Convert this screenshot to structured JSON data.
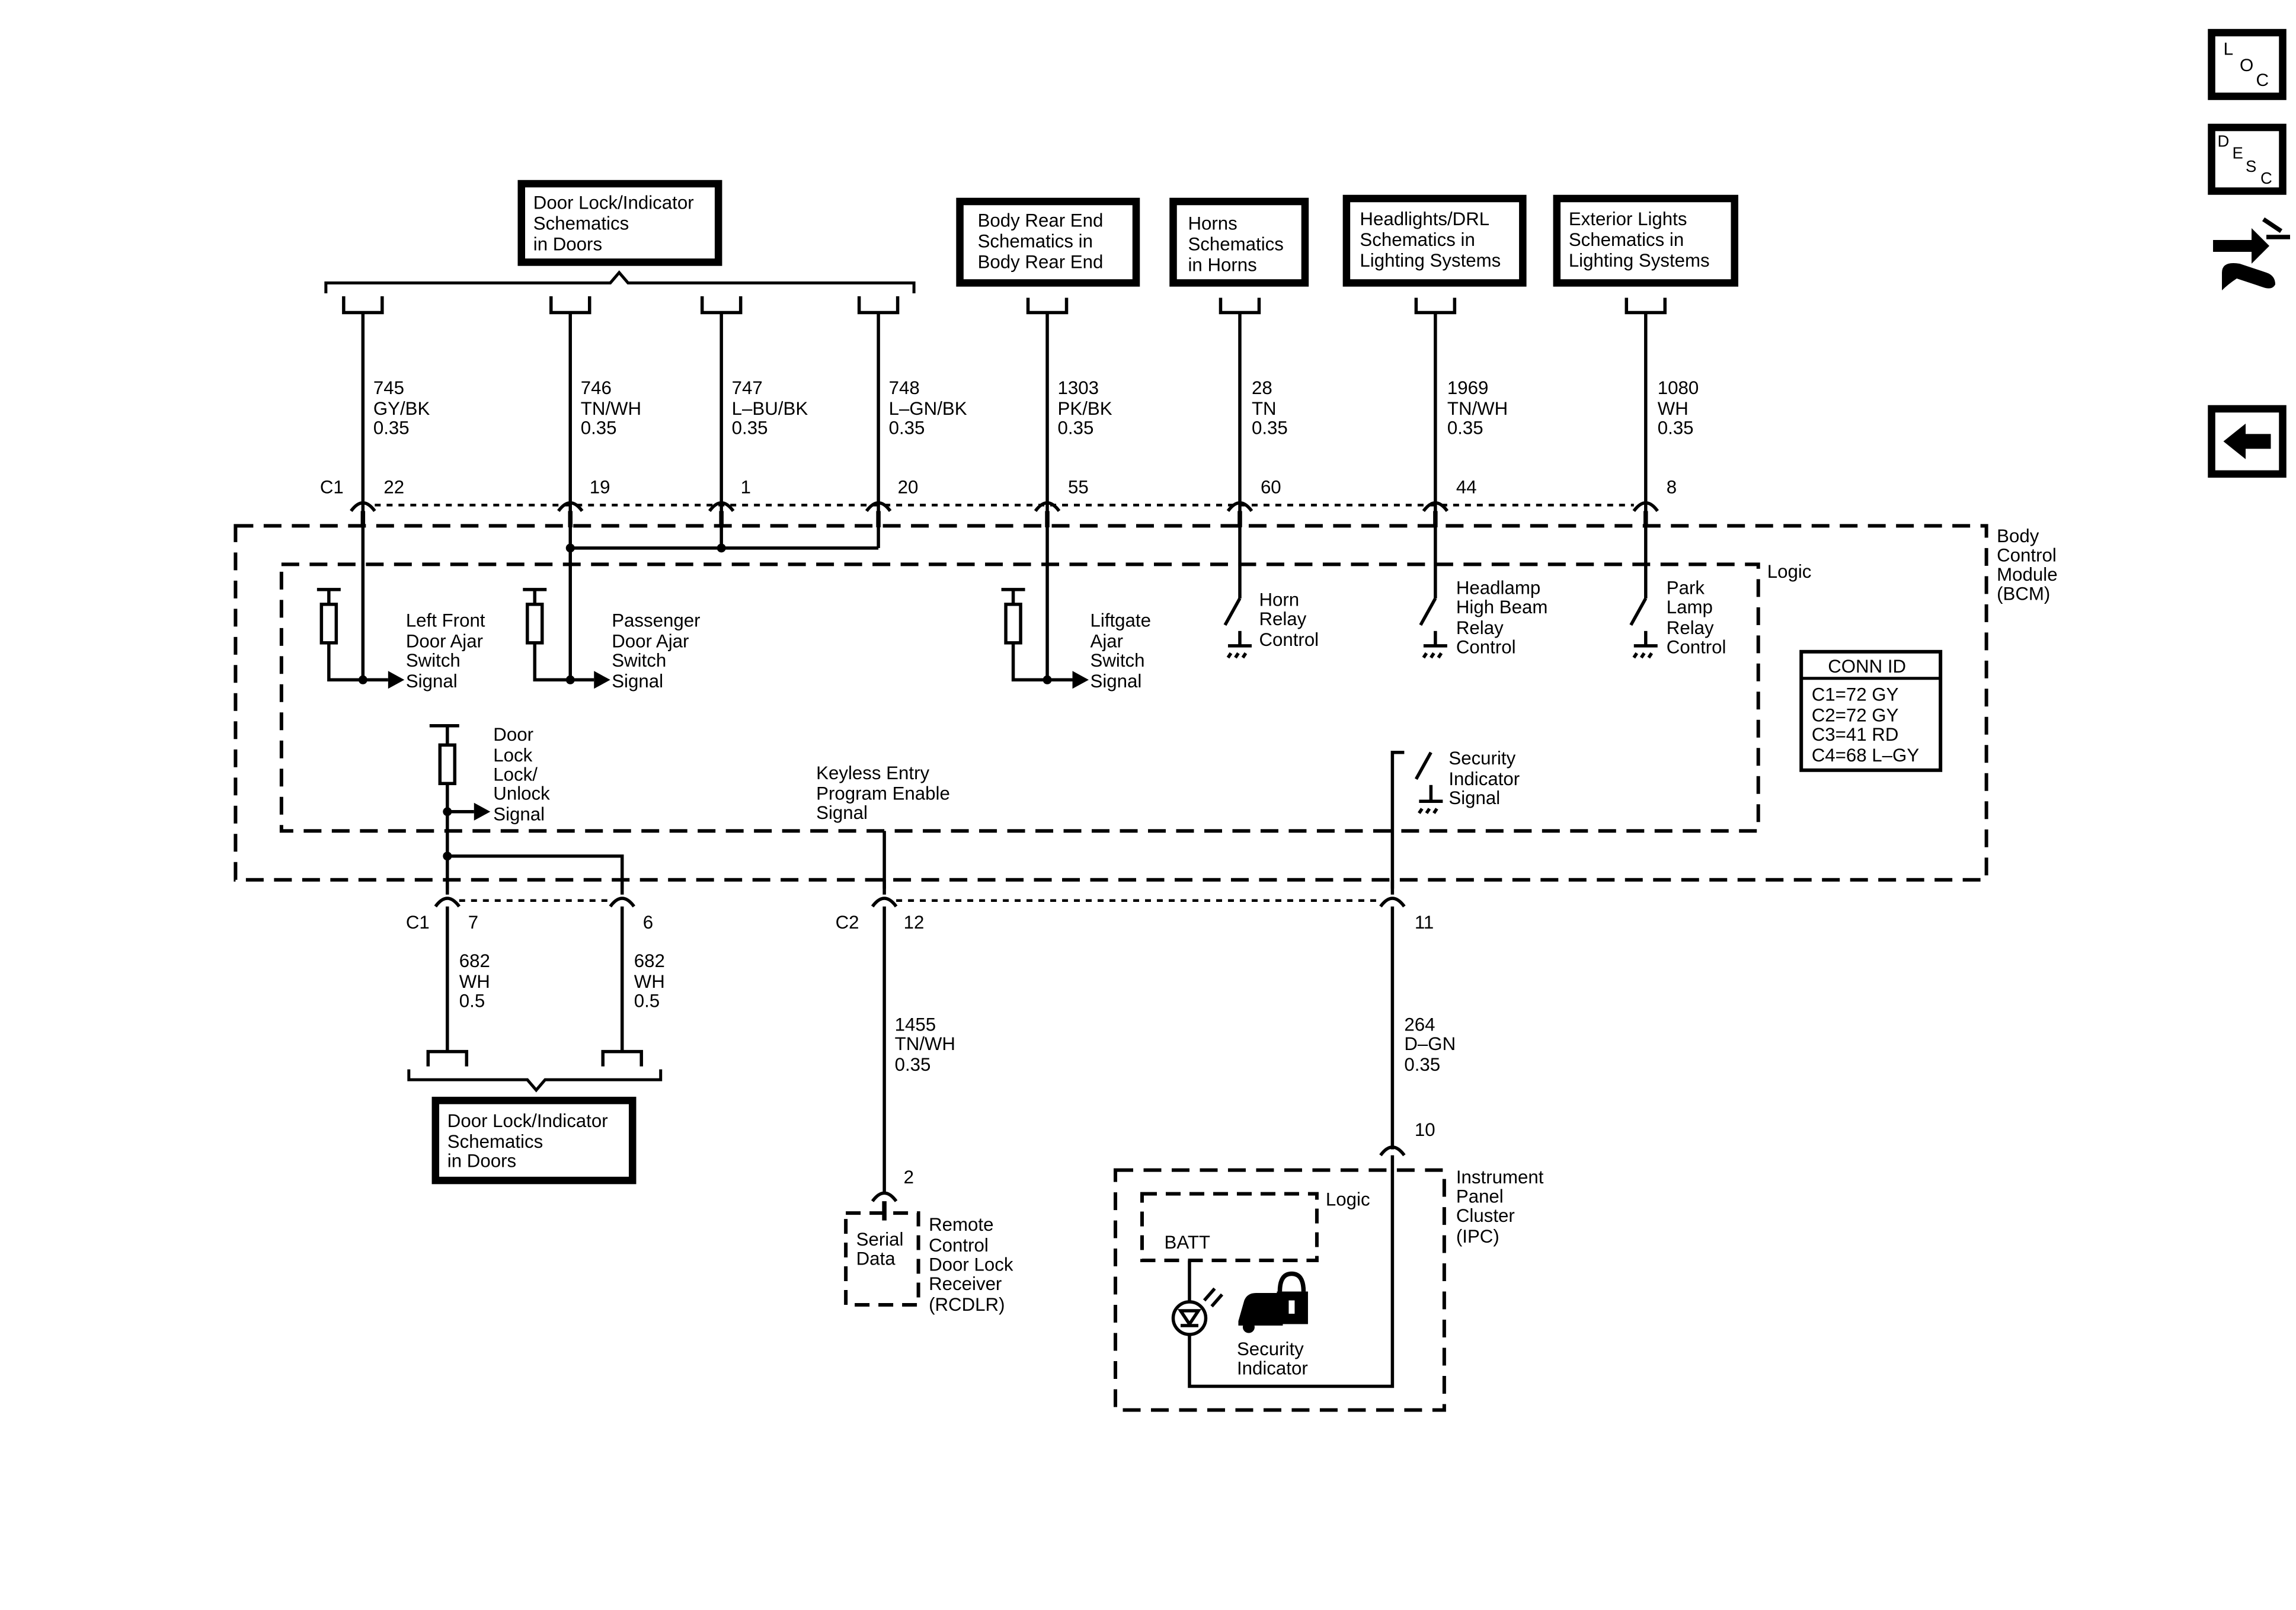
{
  "nav_buttons": {
    "loc": [
      "L",
      "O",
      "C"
    ],
    "desc": [
      "D",
      "E",
      "S",
      "C"
    ]
  },
  "icons": {
    "loc": "loc-icon",
    "desc": "desc-icon",
    "connector_view": "connector-wrench-icon",
    "back": "back-arrow-icon"
  },
  "destinations": {
    "door_lock_top": [
      "Door Lock/Indicator",
      "Schematics",
      "in Doors"
    ],
    "body_rear": [
      "Body Rear End",
      "Schematics in",
      "Body Rear End"
    ],
    "horns": [
      "Horns",
      "Schematics",
      "in Horns"
    ],
    "headlights": [
      "Headlights/DRL",
      "Schematics in",
      "Lighting Systems"
    ],
    "exterior": [
      "Exterior Lights",
      "Schematics in",
      "Lighting Systems"
    ],
    "door_lock_bottom": [
      "Door Lock/Indicator",
      "Schematics",
      "in Doors"
    ]
  },
  "wires": {
    "w745": [
      "745",
      "GY/BK",
      "0.35"
    ],
    "w746": [
      "746",
      "TN/WH",
      "0.35"
    ],
    "w747": [
      "747",
      "L–BU/BK",
      "0.35"
    ],
    "w748": [
      "748",
      "L–GN/BK",
      "0.35"
    ],
    "w1303": [
      "1303",
      "PK/BK",
      "0.35"
    ],
    "w28": [
      "28",
      "TN",
      "0.35"
    ],
    "w1969": [
      "1969",
      "TN/WH",
      "0.35"
    ],
    "w1080": [
      "1080",
      "WH",
      "0.35"
    ],
    "w682a": [
      "682",
      "WH",
      "0.5"
    ],
    "w682b": [
      "682",
      "WH",
      "0.5"
    ],
    "w1455": [
      "1455",
      "TN/WH",
      "0.35"
    ],
    "w264": [
      "264",
      "D–GN",
      "0.35"
    ]
  },
  "connectors": {
    "c1_top": "C1",
    "c1_bottom": "C1",
    "c2": "C2"
  },
  "pins": {
    "p22": "22",
    "p19": "19",
    "p1": "1",
    "p20": "20",
    "p55": "55",
    "p60": "60",
    "p44": "44",
    "p8": "8",
    "p7": "7",
    "p6": "6",
    "p12": "12",
    "p11": "11",
    "p10": "10",
    "p2": "2"
  },
  "bcm": {
    "name": [
      "Body",
      "Control",
      "Module",
      "(BCM)"
    ],
    "logic": "Logic",
    "signals": {
      "left_front": [
        "Left Front",
        "Door Ajar",
        "Switch",
        "Signal"
      ],
      "passenger": [
        "Passenger",
        "Door Ajar",
        "Switch",
        "Signal"
      ],
      "liftgate": [
        "Liftgate",
        "Ajar",
        "Switch",
        "Signal"
      ],
      "horn": [
        "Horn",
        "Relay",
        "Control"
      ],
      "headlamp": [
        "Headlamp",
        "High Beam",
        "Relay",
        "Control"
      ],
      "park": [
        "Park",
        "Lamp",
        "Relay",
        "Control"
      ],
      "door_lock": [
        "Door",
        "Lock",
        "Lock/",
        "Unlock",
        "Signal"
      ],
      "keyless": [
        "Keyless Entry",
        "Program Enable",
        "Signal"
      ],
      "security": [
        "Security",
        "Indicator",
        "Signal"
      ]
    }
  },
  "conn_id": {
    "title": "CONN ID",
    "rows": [
      "C1=72 GY",
      "C2=72 GY",
      "C3=41 RD",
      "C4=68 L–GY"
    ]
  },
  "rcdlr": {
    "inner": [
      "Serial",
      "Data"
    ],
    "name": [
      "Remote",
      "Control",
      "Door Lock",
      "Receiver",
      "(RCDLR)"
    ]
  },
  "ipc": {
    "name": [
      "Instrument",
      "Panel",
      "Cluster",
      "(IPC)"
    ],
    "logic": "Logic",
    "batt": "BATT",
    "indicator": [
      "Security",
      "Indicator"
    ]
  }
}
